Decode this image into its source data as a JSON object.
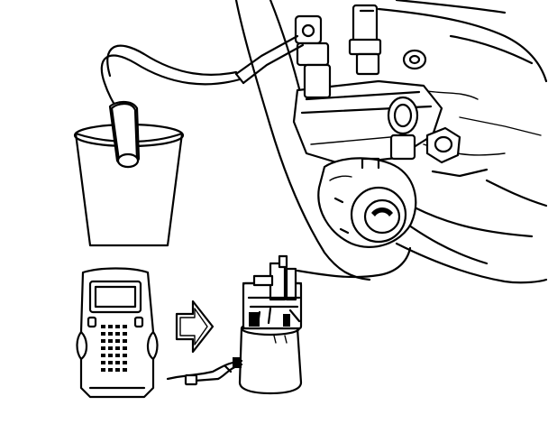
{
  "figure": {
    "parts": [
      "engine-assembly",
      "drain-hose",
      "drain-bucket",
      "scan-tool",
      "action-arrow",
      "fuel-pump-module"
    ],
    "colors": {
      "line": "#000000",
      "background": "#ffffff"
    }
  }
}
